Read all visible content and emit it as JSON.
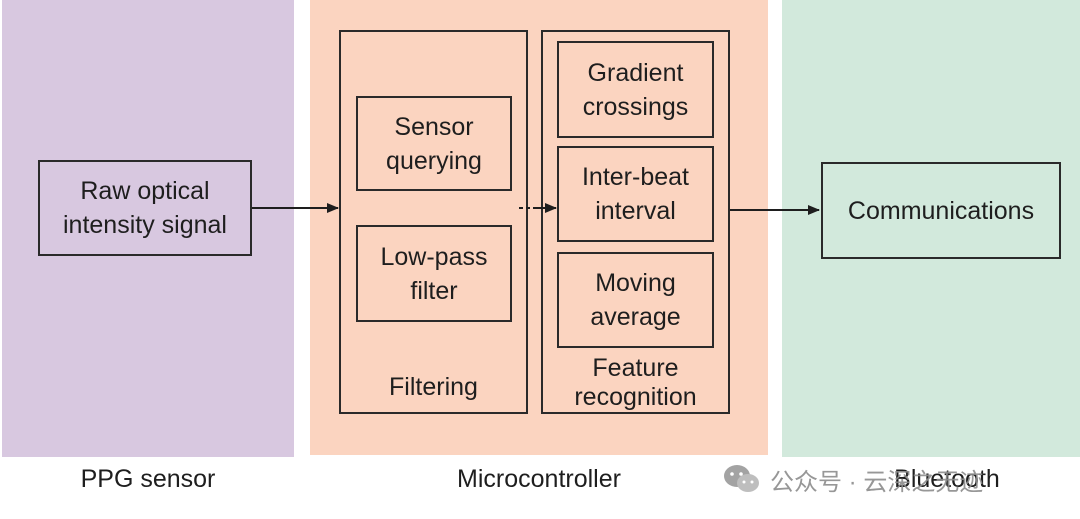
{
  "panels": {
    "ppg": {
      "label": "PPG sensor"
    },
    "microcontroller": {
      "label": "Microcontroller"
    },
    "bluetooth": {
      "label": "Bluetooth"
    }
  },
  "boxes": {
    "raw_signal": "Raw optical\nintensity signal",
    "sensor_querying": "Sensor\nquerying",
    "low_pass_filter": "Low-pass\nfilter",
    "gradient_crossings": "Gradient\ncrossings",
    "inter_beat_interval": "Inter-beat\ninterval",
    "moving_average": "Moving\naverage",
    "communications": "Communications"
  },
  "groups": {
    "filtering": "Filtering",
    "feature_recognition": "Feature\nrecognition"
  },
  "watermark": {
    "text": "公众号 · 云深之无迹"
  },
  "colors": {
    "ppg_panel": "#d8c8e0",
    "microcontroller_panel": "#fbd4c0",
    "bluetooth_panel": "#d2e9dc",
    "stroke": "#2a2a2a"
  }
}
